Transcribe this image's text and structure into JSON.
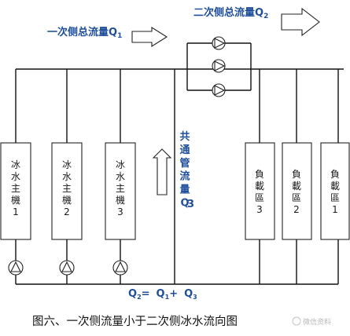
{
  "flows": {
    "primary_text": "一次侧总流量Q",
    "primary_sub": "1",
    "secondary_text": "二次侧总流量Q",
    "secondary_sub": "2",
    "common_text": "共通管流量Q",
    "common_sub": "3"
  },
  "chillers": [
    {
      "label": "冰水主機1"
    },
    {
      "label": "冰水主機2"
    },
    {
      "label": "冰水主機3"
    }
  ],
  "loads": [
    {
      "label": "負載區3"
    },
    {
      "label": "負載區2"
    },
    {
      "label": "負載區1"
    }
  ],
  "equation": {
    "q2": "Q",
    "q2_sub": "2",
    "eq": "=",
    "q1": "Q",
    "q1_sub": "1",
    "plus": "+",
    "q3": "Q",
    "q3_sub": "3"
  },
  "caption": "图六、一次侧流量小于二次侧冰水流向图",
  "watermark": "微信资料",
  "colors": {
    "label_blue": "#1f4e9a",
    "line": "#111111"
  }
}
